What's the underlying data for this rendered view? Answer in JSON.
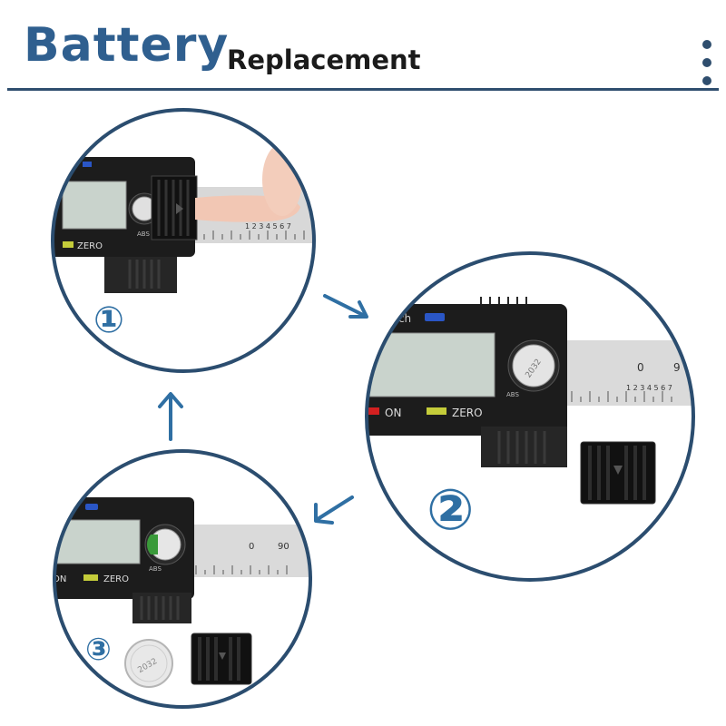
{
  "header": {
    "title": "Battery",
    "subtitle": "Replacement",
    "menu_icon": "vertical-dots-icon"
  },
  "steps": [
    {
      "number": "①",
      "label_zero": "ZERO",
      "ruler_digits": "1 2 3 4 5 6 7",
      "coin_text": "ABS"
    },
    {
      "number": "②",
      "label_on": "ON",
      "label_zero": "ZERO",
      "label_inch": "inch",
      "ruler_0": "0",
      "ruler_9": "9",
      "ruler_digits": "1 2 3 4 5 6 7",
      "coin_text": "ABS",
      "battery_text": "2032"
    },
    {
      "number": "③",
      "label_on": "ON",
      "label_zero": "ZERO",
      "ruler_0": "0",
      "ruler_90": "90",
      "coin_text": "ABS",
      "battery_text": "2032"
    }
  ],
  "colors": {
    "accent": "#2f5f8f",
    "rule": "#2f4e6e",
    "caliper": "#1c1c1c",
    "lcd": "#c9d3cc",
    "ruler": "#d9d9d9"
  }
}
